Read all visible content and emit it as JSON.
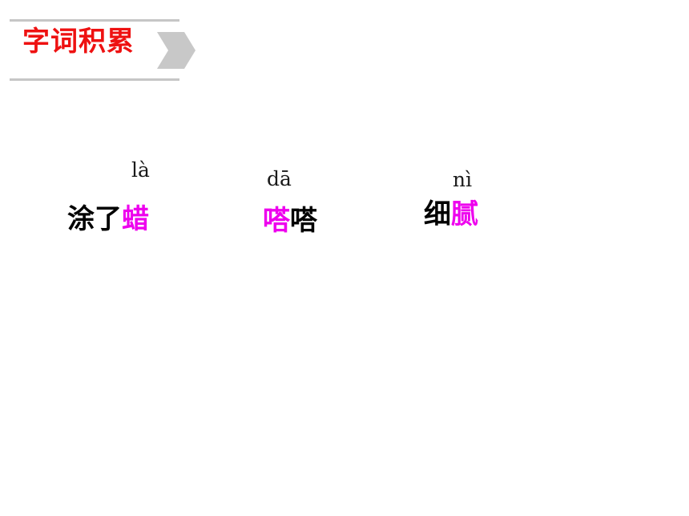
{
  "colors": {
    "title": "#ee1111",
    "highlight": "#ee00ee",
    "text": "#000000",
    "rule": "#c6c6c6",
    "chevron": "#c8c8c8"
  },
  "header": {
    "title": "字词积累",
    "icon": "chevron-right-triple-icon"
  },
  "vocab": [
    {
      "pinyin": "là",
      "plain_before": "涂了",
      "highlight": "蜡",
      "plain_after": ""
    },
    {
      "pinyin": "dā",
      "plain_before": "",
      "highlight": "嗒",
      "plain_after": "嗒"
    },
    {
      "pinyin": "nì",
      "plain_before": "细",
      "highlight": "腻",
      "plain_after": ""
    }
  ]
}
